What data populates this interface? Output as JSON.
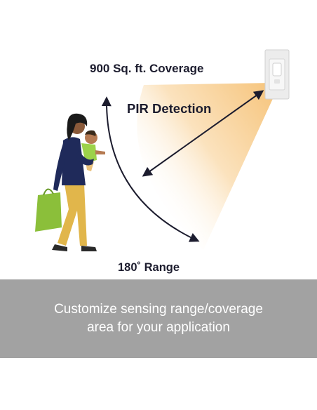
{
  "labels": {
    "coverage": "900 Sq. ft. Coverage",
    "detection": "PIR Detection",
    "range": "180˚ Range"
  },
  "banner": {
    "line1": "Customize sensing range/coverage",
    "line2": "area for your application"
  },
  "colors": {
    "beam_light": "#fde9c9",
    "beam_dark": "#f7c781",
    "banner": "#a2a2a2",
    "text_dark": "#1c1c2e",
    "shirt": "#1f2a5a",
    "pants": "#e1b64b",
    "bag": "#8bbf3a"
  },
  "icons": {
    "sensor": "motion-sensor-switch-icon",
    "person": "person-carrying-baby-illustration",
    "arrows": "double-headed-arrow-icon"
  }
}
